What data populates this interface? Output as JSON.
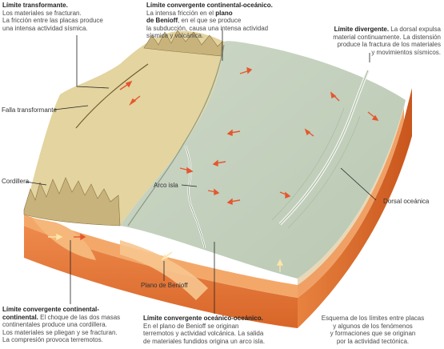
{
  "transform": {
    "title": "Límite transformante.",
    "line1": "Los materiales se fracturan.",
    "line2": "La fricción entre las placas produce",
    "line3": "una intensa actividad sísmica."
  },
  "cc": {
    "title": "Límite convergente continental-oceánico.",
    "line1": "La intensa fricción en el",
    "plano": "plano",
    "benioff": "de Benioff",
    "line2rest": ", en el que se produce",
    "line3": "la subducción, causa una intensa actividad",
    "line4": "sísmica y volcánica."
  },
  "div": {
    "title": "Límite divergente.",
    "line1rest": " La dorsal expulsa",
    "line2": "material continuamente. La distensión",
    "line3": "produce la fractura de los materiales",
    "line4": "y movimientos sísmicos."
  },
  "labels": {
    "falla": "Falla transformante",
    "cordillera": "Cordillera",
    "arco": "Arco isla",
    "dorsal": "Dorsal oceánica",
    "plano": "Plano de Benioff"
  },
  "ccc": {
    "title1": "Límite convergente continental-",
    "title2": "continental.",
    "line1rest": " El choque de las dos masas",
    "line2": "continentales produce una cordillera.",
    "line3": "Los materiales se pliegan y se fracturan.",
    "line4": "La compresión provoca terremotos."
  },
  "oo": {
    "title": "Límite convergente oceánico-oceánico.",
    "line1": "En el plano de Benioff se originan",
    "line2": "terremotos y actividad volcánica. La salida",
    "line3": "de materiales fundidos origina un arco isla."
  },
  "caption": {
    "line1": "Esquema de los límites entre placas",
    "line2": "y algunos de los fenómenos",
    "line3": "y formaciones que se originan",
    "line4": "por la actividad tectónica."
  },
  "colors": {
    "continent": "#e2d39f",
    "ocean": "#c5d2bf",
    "crust": "#f2a566",
    "mantle": "#e2743a"
  }
}
